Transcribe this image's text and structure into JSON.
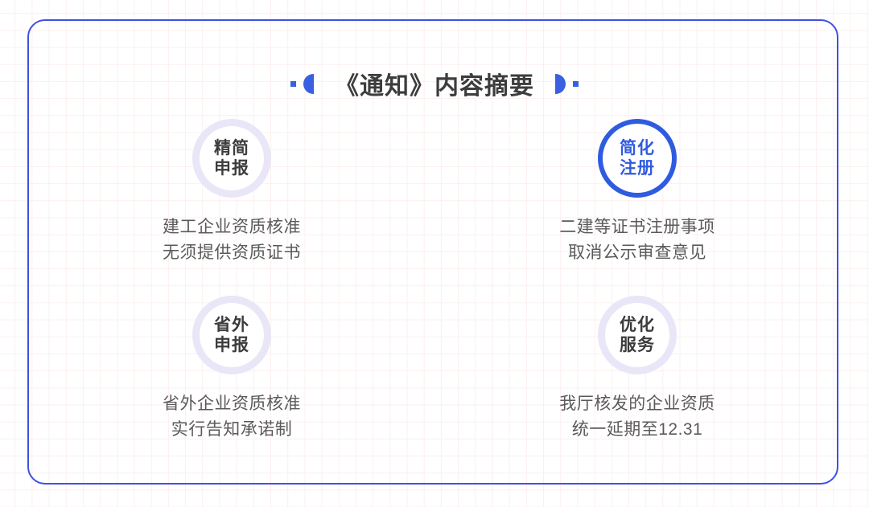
{
  "theme": {
    "accent_color": "#2f5be0",
    "border_color": "#4050e0",
    "ring_color": "#e9e6f7",
    "title_color": "#3d3d3d",
    "caption_color": "#5a5a5a",
    "grid_color": "#fbf0ef",
    "background_color": "#ffffff"
  },
  "header": {
    "title": "《通知》内容摘要",
    "ornament_left_dot": "square-dot",
    "ornament_left_half": "half-circle-left",
    "ornament_right_half": "half-circle-right",
    "ornament_right_dot": "square-dot"
  },
  "items": [
    {
      "badge_line1": "精简",
      "badge_line2": "申报",
      "caption_line1": "建工企业资质核准",
      "caption_line2": "无须提供资质证书",
      "highlighted": false
    },
    {
      "badge_line1": "简化",
      "badge_line2": "注册",
      "caption_line1": "二建等证书注册事项",
      "caption_line2": "取消公示审查意见",
      "highlighted": true
    },
    {
      "badge_line1": "省外",
      "badge_line2": "申报",
      "caption_line1": "省外企业资质核准",
      "caption_line2": "实行告知承诺制",
      "highlighted": false
    },
    {
      "badge_line1": "优化",
      "badge_line2": "服务",
      "caption_line1": "我厅核发的企业资质",
      "caption_line2": "统一延期至12.31",
      "highlighted": false
    }
  ]
}
